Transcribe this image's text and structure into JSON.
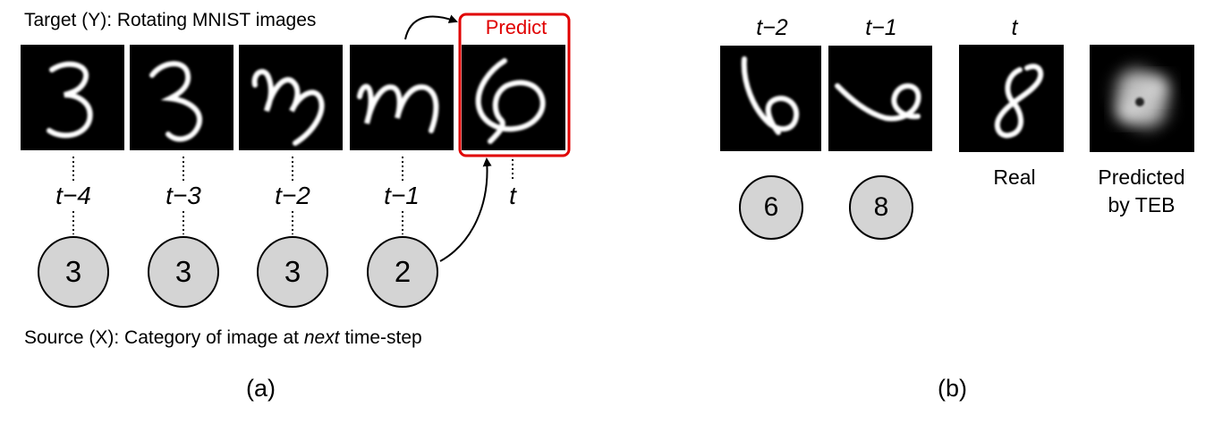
{
  "panel_a": {
    "title": "Target (Y): Rotating MNIST images",
    "predict_label": "Predict",
    "time_labels": [
      "t−4",
      "t−3",
      "t−2",
      "t−1",
      "t"
    ],
    "categories": [
      "3",
      "3",
      "3",
      "2"
    ],
    "source_prefix": "Source (X): Category of image at ",
    "source_emph": "next",
    "source_suffix": " time-step",
    "caption": "(a)"
  },
  "panel_b": {
    "time_labels": [
      "t−2",
      "t−1",
      "t"
    ],
    "categories": [
      "6",
      "8"
    ],
    "real_label": "Real",
    "predicted_line1": "Predicted",
    "predicted_line2": "by TEB",
    "caption": "(b)"
  },
  "colors": {
    "highlight": "#e00000",
    "circle_fill": "#d4d4d4",
    "image_bg": "#000000",
    "stroke": "#ffffff"
  }
}
